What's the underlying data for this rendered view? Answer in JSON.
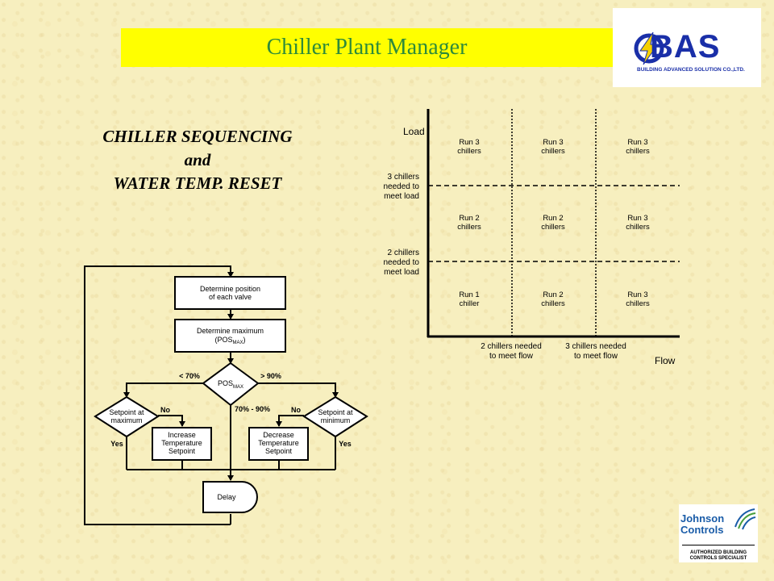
{
  "header": {
    "title": "Chiller Plant Manager"
  },
  "bas_logo": {
    "name": "BAS",
    "subtitle": "BUILDING ADVANCED SOLUTION CO.,LTD."
  },
  "heading": {
    "line1": "CHILLER SEQUENCING",
    "line2": "and",
    "line3": "WATER TEMP. RESET"
  },
  "jc_logo": {
    "line1": "Johnson",
    "line2": "Controls",
    "auth1": "AUTHORIZED BUILDING",
    "auth2": "CONTROLS SPECIALIST"
  },
  "flowchart": {
    "step1": [
      "Determine position",
      "of each valve"
    ],
    "step2": [
      "Determine maximum",
      "(POS",
      "MAX",
      ")"
    ],
    "decision": [
      "POS",
      "MAX"
    ],
    "left_branch": "< 70%",
    "right_branch": "> 90%",
    "middle_branch": "70% - 90%",
    "left_check": [
      "Setpoint at",
      "maximum"
    ],
    "right_check": [
      "Setpoint at",
      "minimum"
    ],
    "no": "No",
    "yes": "Yes",
    "increase": [
      "Increase",
      "Temperature",
      "Setpoint"
    ],
    "decrease": [
      "Decrease",
      "Temperature",
      "Setpoint"
    ],
    "delay": "Delay"
  },
  "matrix": {
    "y_label": "Load",
    "x_label": "Flow",
    "y_thresholds": [
      [
        "3 chillers",
        "needed to",
        "meet load"
      ],
      [
        "2 chillers",
        "needed to",
        "meet load"
      ]
    ],
    "x_thresholds": [
      [
        "2 chillers  needed",
        "to meet flow"
      ],
      [
        "3 chillers  needed",
        "to meet flow"
      ]
    ],
    "cells": [
      [
        [
          "Run 3",
          "chillers"
        ],
        [
          "Run 3",
          "chillers"
        ],
        [
          "Run 3",
          "chillers"
        ]
      ],
      [
        [
          "Run 2",
          "chillers"
        ],
        [
          "Run 2",
          "chillers"
        ],
        [
          "Run 3",
          "chillers"
        ]
      ],
      [
        [
          "Run 1",
          "chiller"
        ],
        [
          "Run 2",
          "chillers"
        ],
        [
          "Run 3",
          "chillers"
        ]
      ]
    ]
  }
}
